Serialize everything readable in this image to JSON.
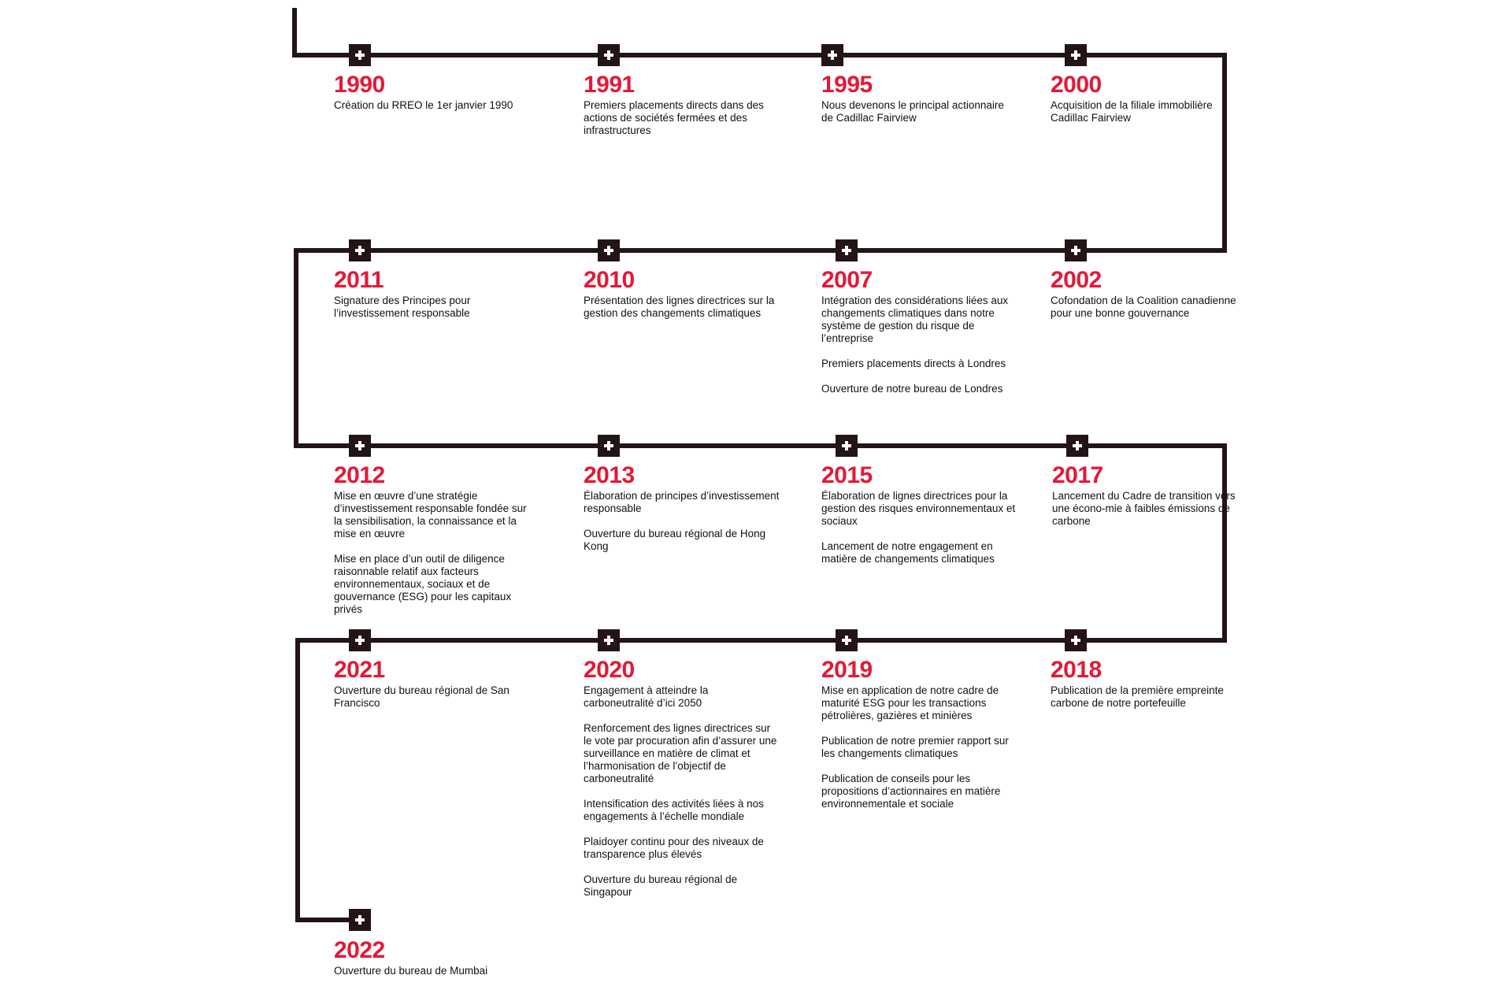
{
  "colors": {
    "line": "#231416",
    "year": "#e31937",
    "text": "#111111",
    "marker_plus": "#ffffff"
  },
  "marker_icon": "plus-icon",
  "milestones": [
    {
      "year": "1990",
      "events": [
        "Création du RREO le 1er janvier 1990"
      ]
    },
    {
      "year": "1991",
      "events": [
        "Premiers placements directs dans des actions de sociétés fermées et des infrastructures"
      ]
    },
    {
      "year": "1995",
      "events": [
        "Nous devenons le principal actionnaire de Cadillac Fairview"
      ]
    },
    {
      "year": "2000",
      "events": [
        "Acquisition de la filiale immobilière Cadillac Fairview"
      ]
    },
    {
      "year": "2011",
      "events": [
        "Signature des Principes pour l’investissement responsable"
      ]
    },
    {
      "year": "2010",
      "events": [
        "Présentation des lignes directrices sur la gestion des changements climatiques"
      ]
    },
    {
      "year": "2007",
      "events": [
        "Intégration des considérations liées aux changements climatiques dans notre système de gestion du risque de l’entreprise",
        "Premiers placements directs à Londres",
        "Ouverture de notre bureau de Londres"
      ]
    },
    {
      "year": "2002",
      "events": [
        "Cofondation de la Coalition canadienne pour une bonne gouvernance"
      ]
    },
    {
      "year": "2012",
      "events": [
        "Mise en œuvre d’une stratégie d’investissement responsable fondée sur la sensibilisation, la connaissance et la mise en œuvre",
        "Mise en place d’un outil de diligence raisonnable relatif aux facteurs environnementaux, sociaux et de gouvernance (ESG) pour les capitaux privés"
      ]
    },
    {
      "year": "2013",
      "events": [
        "Élaboration de principes d’investissement responsable",
        "Ouverture du bureau régional de Hong Kong"
      ]
    },
    {
      "year": "2015",
      "events": [
        "Élaboration de lignes directrices pour la gestion des risques environnementaux et sociaux",
        "Lancement de notre engagement en matière de changements climatiques"
      ]
    },
    {
      "year": "2017",
      "events": [
        "Lancement du Cadre de transition vers une écono-mie à faibles émissions de carbone"
      ]
    },
    {
      "year": "2021",
      "events": [
        "Ouverture du bureau régional de San Francisco"
      ]
    },
    {
      "year": "2020",
      "events": [
        "Engagement à atteindre la carboneutralité d’ici 2050",
        "Renforcement des lignes directrices sur le vote par procuration afin d’assurer une surveillance en matière de climat et l’harmonisation de l’objectif de carboneutralité",
        "Intensification des activités liées à nos engagements à l’échelle mondiale",
        "Plaidoyer continu pour des niveaux de transparence plus élevés",
        "Ouverture du bureau régional de Singapour"
      ]
    },
    {
      "year": "2019",
      "events": [
        "Mise en application de notre cadre de maturité ESG pour les transactions pétrolières, gazières et minières",
        "Publication de notre premier rapport sur les changements climatiques",
        "Publication de conseils pour les propositions d’actionnaires en matière environnementale et sociale"
      ]
    },
    {
      "year": "2018",
      "events": [
        "Publication de la première empreinte carbone de notre portefeuille"
      ]
    },
    {
      "year": "2022",
      "events": [
        "Ouverture du bureau de Mumbai"
      ]
    }
  ]
}
